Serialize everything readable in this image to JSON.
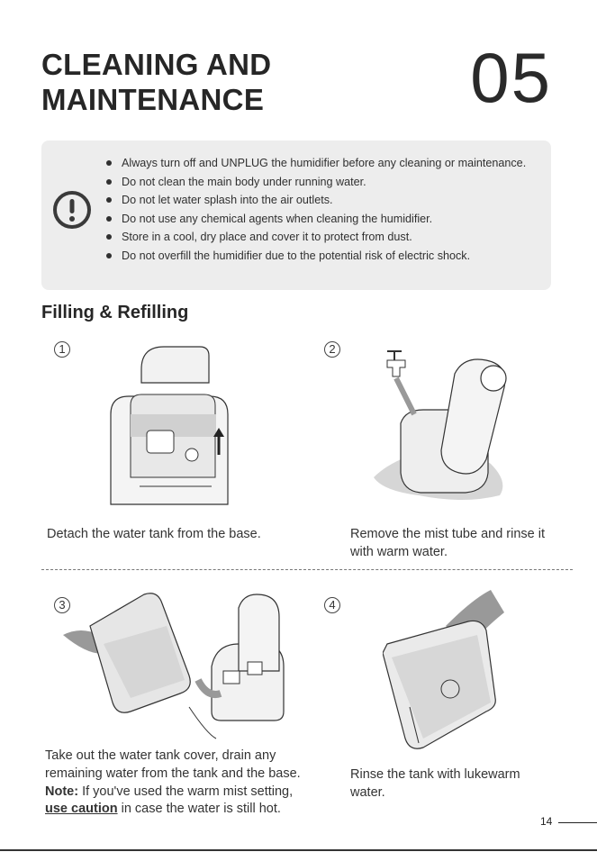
{
  "header": {
    "title_line1": "CLEANING AND",
    "title_line2": "MAINTENANCE",
    "chapter_number": "05"
  },
  "warnings": [
    "Always turn off and UNPLUG the humidifier before any cleaning or maintenance.",
    "Do not clean the main body under running water.",
    "Do not let water splash into the air outlets.",
    "Do not use any chemical agents when cleaning the humidifier.",
    "Store in a cool, dry place and cover it to protect from dust.",
    "Do not overfill the humidifier due to the potential risk of electric shock."
  ],
  "section_title": "Filling & Refilling",
  "steps": [
    {
      "number": "1",
      "caption": "Detach the water tank from the base."
    },
    {
      "number": "2",
      "caption": "Remove the mist tube and rinse it with warm water."
    },
    {
      "number": "3",
      "caption": "Take out the water tank cover, drain any remaining water from the tank and the base.",
      "note_label": "Note:",
      "note_text": " If you've used the warm mist setting, ",
      "note_caution": "use caution",
      "note_end": " in case the water is still hot."
    },
    {
      "number": "4",
      "caption": "Rinse the tank with lukewarm water."
    }
  ],
  "page_number": "14"
}
